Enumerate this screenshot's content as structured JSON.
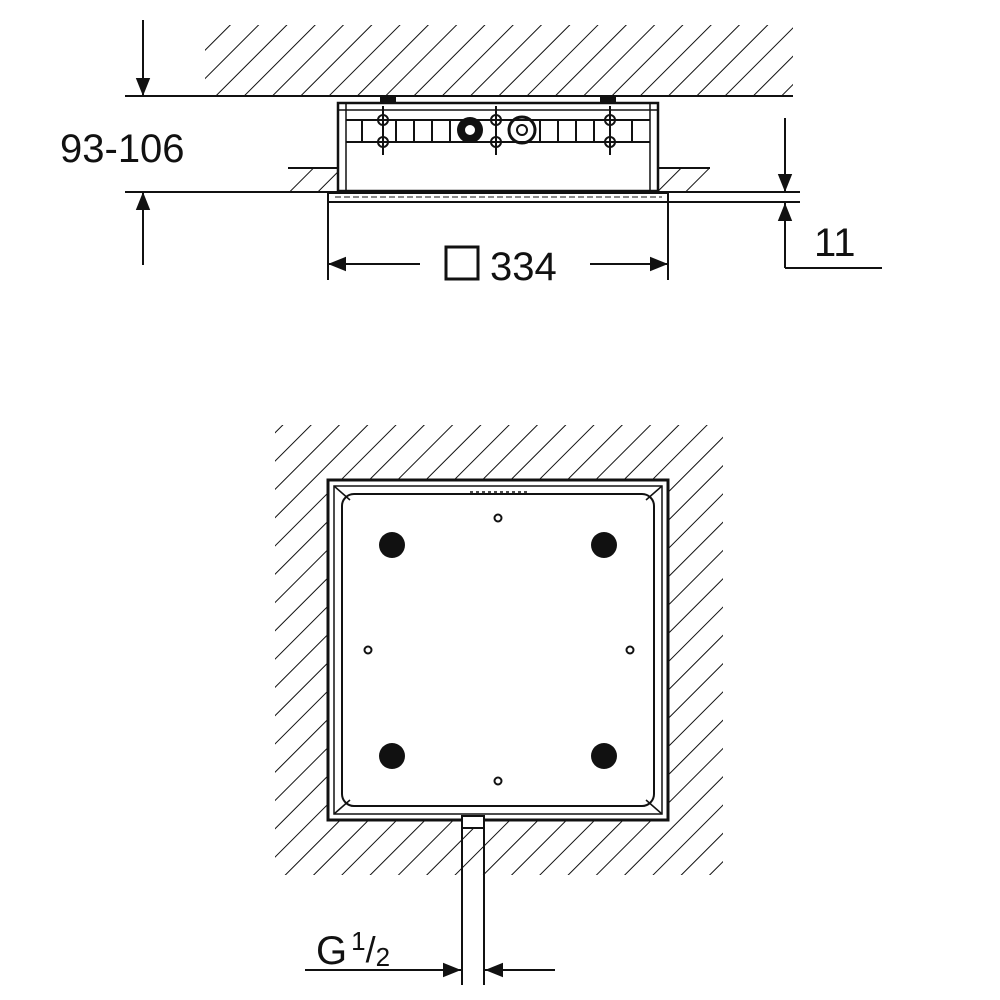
{
  "dimensions": {
    "depth_range": "93-106",
    "width_value": "334",
    "width_symbol": "square",
    "cover_thickness": "11",
    "thread_prefix": "G",
    "thread_num": "1",
    "thread_slash": "/",
    "thread_den": "2"
  },
  "colors": {
    "line": "#111111",
    "background": "#ffffff"
  }
}
